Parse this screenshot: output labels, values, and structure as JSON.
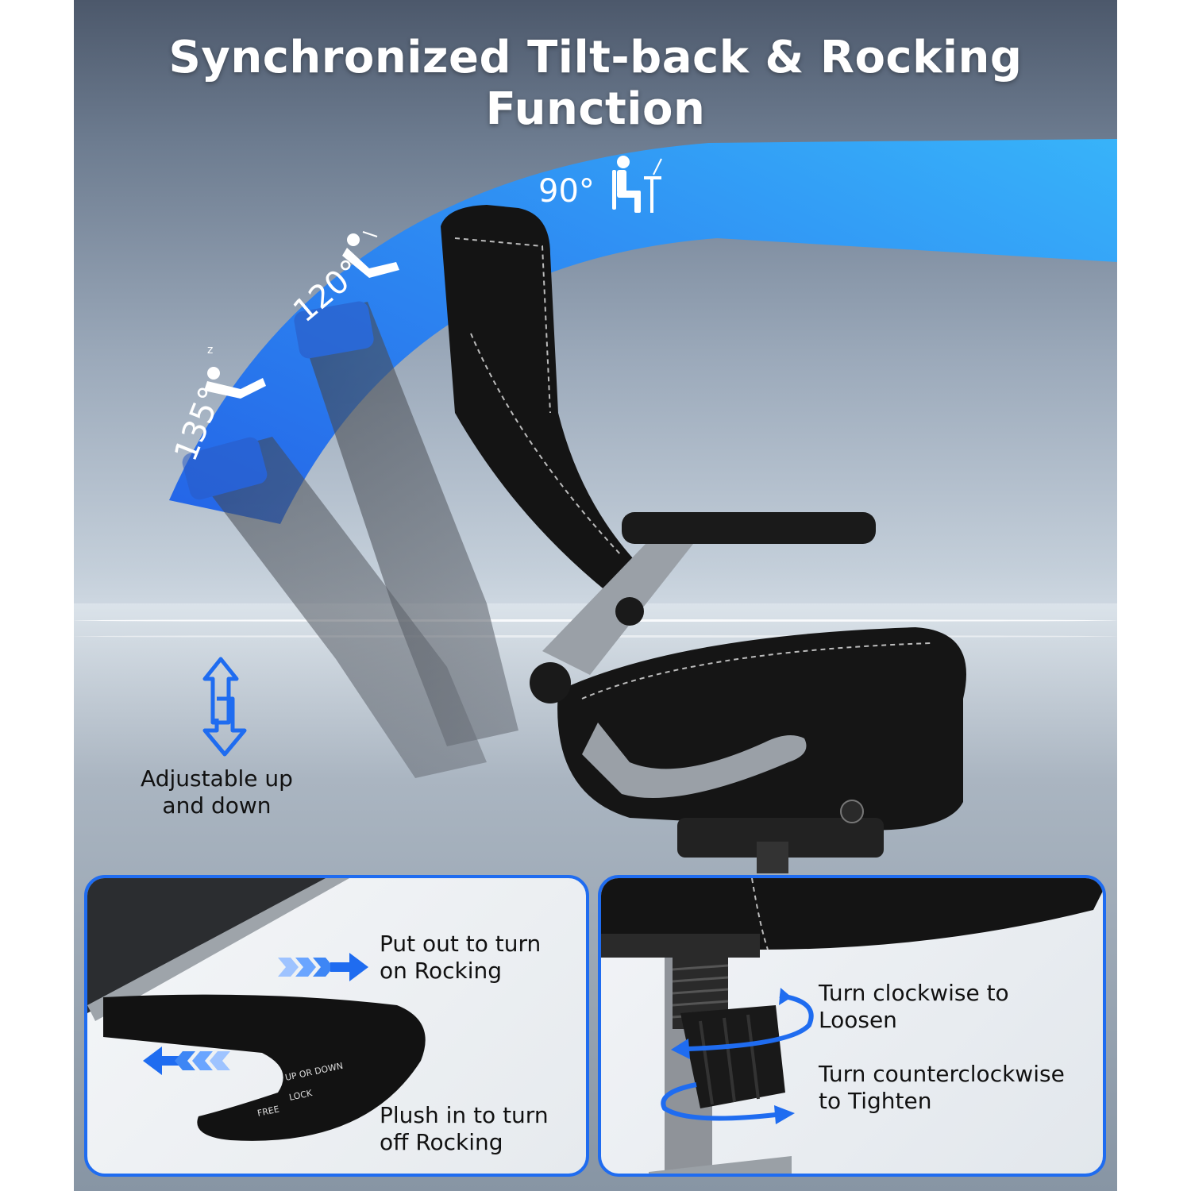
{
  "title": "Synchronized Tilt-back & Rocking Function",
  "angles": [
    {
      "label": "90°",
      "icon": "sitting-at-desk-icon"
    },
    {
      "label": "120°",
      "icon": "reclining-person-icon"
    },
    {
      "label": "135°",
      "icon": "resting-person-icon"
    }
  ],
  "height_adjust": {
    "icon": "up-down-arrows-icon",
    "line1": "Adjustable up",
    "line2": "and down"
  },
  "lever_panel": {
    "put_out_line1": "Put out to turn",
    "put_out_line2": "on Rocking",
    "push_in_line1": "Plush in to turn",
    "push_in_line2": "off Rocking",
    "lever_text_1": "UP OR DOWN",
    "lever_text_2": "LOCK",
    "lever_text_3": "FREE"
  },
  "knob_panel": {
    "clockwise_line1": "Turn clockwise to",
    "clockwise_line2": "Loosen",
    "counter_line1": "Turn counterclockwise",
    "counter_line2": "to Tighten"
  },
  "colors": {
    "accent_blue": "#1f6cf0",
    "light_blue": "#33b3ff",
    "chair_black": "#141414"
  }
}
